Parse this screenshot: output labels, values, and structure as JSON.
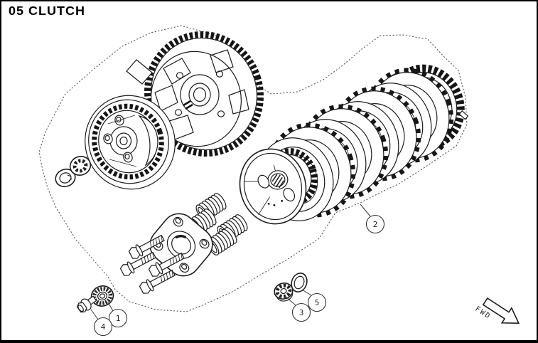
{
  "header": {
    "title": "05 CLUTCH"
  },
  "diagram": {
    "callouts": [
      {
        "label": "1"
      },
      {
        "label": "2"
      },
      {
        "label": "3"
      },
      {
        "label": "4"
      },
      {
        "label": "5"
      }
    ],
    "direction_label": "FWD"
  },
  "colors": {
    "line": "#1c1c1c",
    "boundary_dots": "#555555",
    "background": "#ffffff",
    "frame": "#000000"
  }
}
